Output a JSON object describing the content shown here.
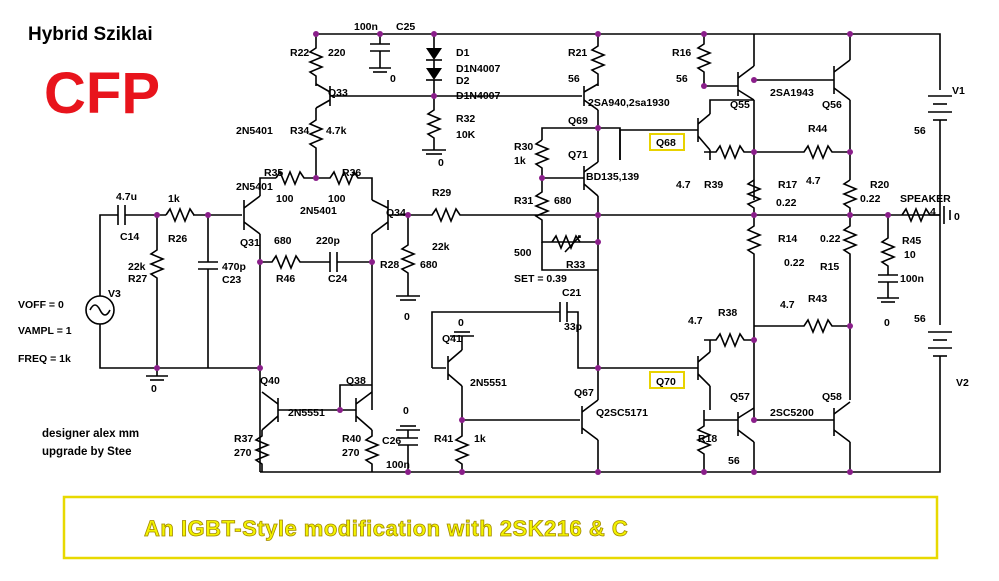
{
  "header": {
    "title": "Hybrid Sziklai",
    "big_title": "CFP"
  },
  "credits": {
    "designer": "designer alex mm",
    "upgrade": "upgrade by Stee"
  },
  "footer": {
    "banner": "An IGBT-Style modification with 2SK216 & C"
  },
  "ground": {
    "label": "0"
  },
  "labels": {
    "r22": "R22",
    "r22_val": "220",
    "c25_val": "100n",
    "c25": "C25",
    "d1": "D1",
    "d1_part": "D1N4007",
    "d2": "D2",
    "d2_part": "D1N4007",
    "q33": "Q33",
    "q33_part": "2N5401",
    "r34": "R34",
    "r34_val": "4.7k",
    "r32": "R32",
    "r32_val": "10K",
    "r21": "R21",
    "r21_val": "56",
    "q69": "Q69",
    "q69_part": "2SA940,2sa1930",
    "r30": "R30",
    "r30_val": "1k",
    "q71": "Q71",
    "q71_part": "BD135,139",
    "r31": "R31",
    "r31_val": "680",
    "r33": "R33",
    "r33_val": "500",
    "set": "SET = 0.39",
    "c21": "C21",
    "c21_val": "33p",
    "r35": "R35",
    "r35_val": "100",
    "r36": "R36",
    "r36_val": "100",
    "q31": "Q31",
    "q31_part": "2N5401",
    "q34": "Q34",
    "q34_part": "2N5401",
    "r46": "R46",
    "r46_val": "680",
    "c24": "C24",
    "c24_val": "220p",
    "r29": "R29",
    "r29_val": "22k",
    "r28": "R28",
    "r28_val": "680",
    "c14": "C14",
    "c14_val": "4.7u",
    "r26": "R26",
    "r26_val": "1k",
    "r27": "R27",
    "r27_val": "22k",
    "c23": "C23",
    "c23_val": "470p",
    "v3": "V3",
    "voff": "VOFF = 0",
    "vampl": "VAMPL = 1",
    "freq": "FREQ = 1k",
    "q40": "Q40",
    "q38": "Q38",
    "q40_part": "2N5551",
    "r37": "R37",
    "r37_val": "270",
    "r40": "R40",
    "r40_val": "270",
    "c26": "C26",
    "c26_val": "100n",
    "q41": "Q41",
    "q41_part": "2N5551",
    "r41": "R41",
    "r41_val": "1k",
    "q67": "Q67",
    "q67_part": "Q2SC5171",
    "q68": "Q68",
    "q70": "Q70",
    "r16": "R16",
    "r16_val": "56",
    "q55": "Q55",
    "q55_part": "2SA1943",
    "q56": "Q56",
    "r44": "R44",
    "r44_val": "4.7",
    "r39": "R39",
    "r39_val": "4.7",
    "r17": "R17",
    "r17_val": "0.22",
    "r20": "R20",
    "r20_val": "0.22",
    "r14": "R14",
    "r14_val": "0.22",
    "r15": "R15",
    "r15_val": "0.22",
    "speaker": "SPEAKER",
    "speaker_val": "4",
    "r45": "R45",
    "r45_val": "10",
    "zobel_c_val": "100n",
    "v1": "V1",
    "v1_val": "56",
    "v2": "V2",
    "v2_val": "56",
    "r38": "R38",
    "r38_val": "4.7",
    "r43": "R43",
    "r43_val": "4.7",
    "q57": "Q57",
    "q57_part": "2SC5200",
    "q58": "Q58",
    "r18": "R18",
    "r18_val": "56"
  }
}
